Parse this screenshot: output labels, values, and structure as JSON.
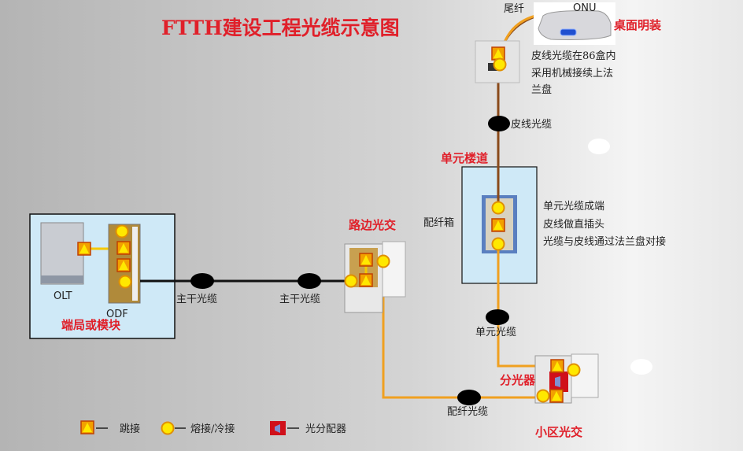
{
  "title": "FTTH建设工程光缆示意图",
  "central_office": {
    "area_label": "端局或模块",
    "olt_label": "OLT",
    "odf_label": "ODF"
  },
  "trunk": {
    "cable_label_1": "主干光缆",
    "cable_label_2": "主干光缆"
  },
  "roadside": {
    "label": "路边光交"
  },
  "distribution": {
    "cable_label": "配纤光缆"
  },
  "community": {
    "label": "小区光交",
    "splitter_label": "分光器"
  },
  "unit_cable": {
    "label": "单元光缆"
  },
  "stairwell": {
    "label": "单元楼道",
    "box_label": "配纤箱",
    "notes": [
      "单元光缆成端",
      "皮线做直插头",
      "光缆与皮线通过法兰盘对接"
    ]
  },
  "drop": {
    "cable_label": "皮线光缆",
    "notes": [
      "皮线光缆在86盒内",
      "采用机械接续上法",
      "兰盘"
    ]
  },
  "onu": {
    "label": "ONU",
    "pigtail_label": "尾纤",
    "install_label": "桌面明装"
  },
  "legend": {
    "patch": "跳接",
    "splice": "熔接/冷接",
    "splitter": "光分配器"
  },
  "colors": {
    "accent": "#e0202a",
    "fiber_orange": "#f0a020",
    "drop_brown": "#8a4a1a",
    "box_fill": "#cfe9f7"
  }
}
